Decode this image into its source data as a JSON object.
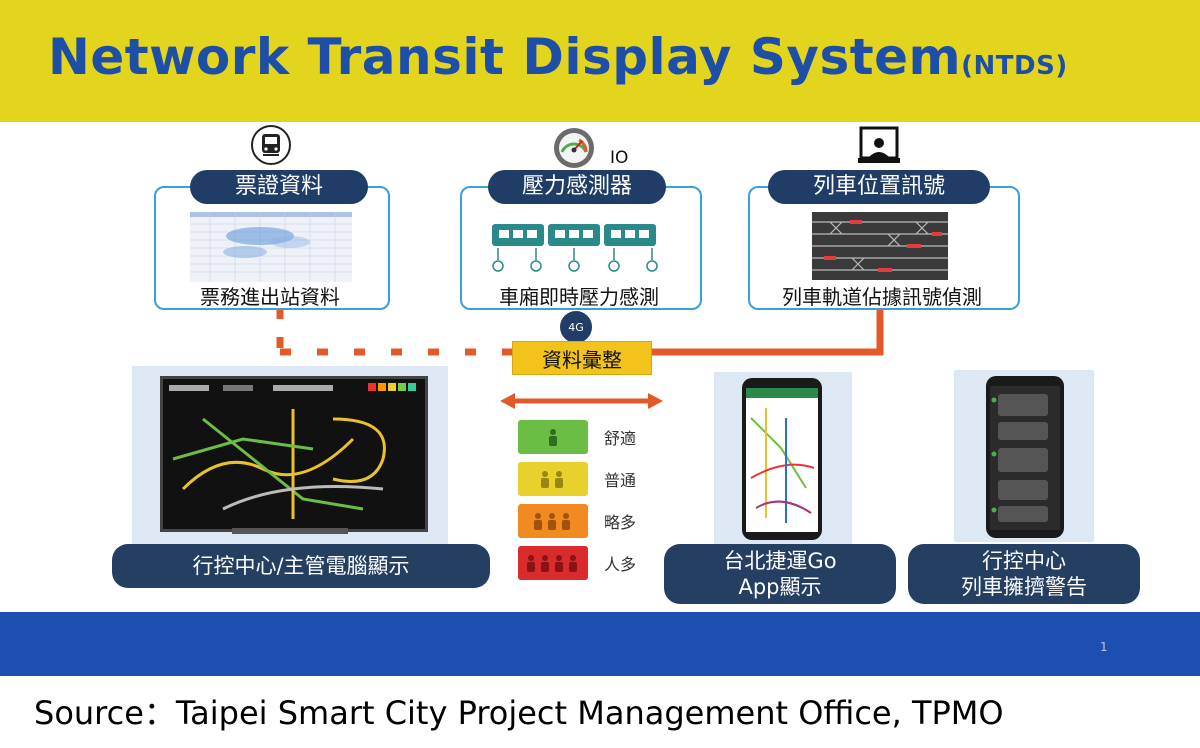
{
  "title": {
    "main": "Network Transit Display System",
    "suffix": "(NTDS)"
  },
  "sources": [
    {
      "pill": "票證資料",
      "caption": "票務進出站資料",
      "icon": "metro-train-icon"
    },
    {
      "pill": "壓力感測器",
      "caption": "車廂即時壓力感測",
      "icon": "pressure-gauge-icon",
      "badge": "IO"
    },
    {
      "pill": "列車位置訊號",
      "caption": "列車軌道佔據訊號偵測",
      "icon": "operator-monitor-icon"
    }
  ],
  "network_badge": "4G",
  "hub_label": "資料彙整",
  "legend": [
    {
      "label": "舒適",
      "color": "#6cbd45",
      "people": 1
    },
    {
      "label": "普通",
      "color": "#e8d12c",
      "people": 2
    },
    {
      "label": "略多",
      "color": "#f18b21",
      "people": 3
    },
    {
      "label": "人多",
      "color": "#d92b2b",
      "people": 4
    }
  ],
  "outputs": [
    {
      "label_lines": [
        "行控中心/主管電腦顯示"
      ]
    },
    {
      "label_lines": [
        "台北捷運Go",
        "App顯示"
      ]
    },
    {
      "label_lines": [
        "行控中心",
        "列車擁擠警告"
      ]
    }
  ],
  "page_number": "1",
  "source_credit": "Source：Taipei Smart City Project Management Office, TPMO",
  "colors": {
    "title_bar": "#e3d51e",
    "title_text": "#1d4fa8",
    "connector": "#e2592a",
    "pill": "#1f3d66",
    "band": "#1c4fb0"
  }
}
